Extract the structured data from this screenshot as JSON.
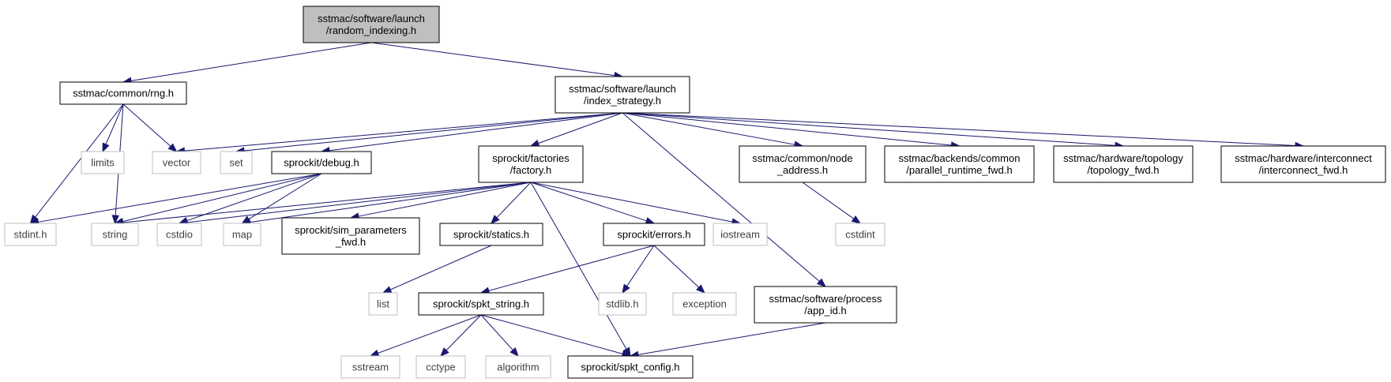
{
  "colors": {
    "edge": "#191970",
    "root_fill": "#bfbfbf",
    "normal_border": "#000000",
    "system_border": "#bfbfbf",
    "system_text": "#404040",
    "text": "#000000"
  },
  "nodes": {
    "random_indexing": {
      "lines": [
        "sstmac/software/launch",
        "/random_indexing.h"
      ],
      "kind": "root"
    },
    "rng": {
      "lines": [
        "sstmac/common/rng.h"
      ],
      "kind": "normal"
    },
    "index_strategy": {
      "lines": [
        "sstmac/software/launch",
        "/index_strategy.h"
      ],
      "kind": "normal"
    },
    "stdint": {
      "lines": [
        "stdint.h"
      ],
      "kind": "system"
    },
    "limits": {
      "lines": [
        "limits"
      ],
      "kind": "system"
    },
    "string": {
      "lines": [
        "string"
      ],
      "kind": "system"
    },
    "vector": {
      "lines": [
        "vector"
      ],
      "kind": "system"
    },
    "set": {
      "lines": [
        "set"
      ],
      "kind": "system"
    },
    "debug": {
      "lines": [
        "sprockit/debug.h"
      ],
      "kind": "normal"
    },
    "factory": {
      "lines": [
        "sprockit/factories",
        "/factory.h"
      ],
      "kind": "normal"
    },
    "node_address": {
      "lines": [
        "sstmac/common/node",
        "_address.h"
      ],
      "kind": "normal"
    },
    "parallel_runtime": {
      "lines": [
        "sstmac/backends/common",
        "/parallel_runtime_fwd.h"
      ],
      "kind": "normal"
    },
    "topology_fwd": {
      "lines": [
        "sstmac/hardware/topology",
        "/topology_fwd.h"
      ],
      "kind": "normal"
    },
    "interconnect_fwd": {
      "lines": [
        "sstmac/hardware/interconnect",
        "/interconnect_fwd.h"
      ],
      "kind": "normal"
    },
    "cstdio": {
      "lines": [
        "cstdio"
      ],
      "kind": "system"
    },
    "map": {
      "lines": [
        "map"
      ],
      "kind": "system"
    },
    "sim_parameters": {
      "lines": [
        "sprockit/sim_parameters",
        "_fwd.h"
      ],
      "kind": "normal"
    },
    "statics": {
      "lines": [
        "sprockit/statics.h"
      ],
      "kind": "normal"
    },
    "errors": {
      "lines": [
        "sprockit/errors.h"
      ],
      "kind": "normal"
    },
    "iostream": {
      "lines": [
        "iostream"
      ],
      "kind": "system"
    },
    "cstdint": {
      "lines": [
        "cstdint"
      ],
      "kind": "system"
    },
    "list": {
      "lines": [
        "list"
      ],
      "kind": "system"
    },
    "spkt_string": {
      "lines": [
        "sprockit/spkt_string.h"
      ],
      "kind": "normal"
    },
    "stdlib": {
      "lines": [
        "stdlib.h"
      ],
      "kind": "system"
    },
    "exception": {
      "lines": [
        "exception"
      ],
      "kind": "system"
    },
    "app_id": {
      "lines": [
        "sstmac/software/process",
        "/app_id.h"
      ],
      "kind": "normal"
    },
    "sstream": {
      "lines": [
        "sstream"
      ],
      "kind": "system"
    },
    "cctype": {
      "lines": [
        "cctype"
      ],
      "kind": "system"
    },
    "algorithm": {
      "lines": [
        "algorithm"
      ],
      "kind": "system"
    },
    "spkt_config": {
      "lines": [
        "sprockit/spkt_config.h"
      ],
      "kind": "normal"
    }
  },
  "edges": [
    [
      "random_indexing",
      "rng"
    ],
    [
      "random_indexing",
      "index_strategy"
    ],
    [
      "rng",
      "stdint"
    ],
    [
      "rng",
      "limits"
    ],
    [
      "rng",
      "string"
    ],
    [
      "rng",
      "vector"
    ],
    [
      "index_strategy",
      "vector"
    ],
    [
      "index_strategy",
      "set"
    ],
    [
      "index_strategy",
      "debug"
    ],
    [
      "index_strategy",
      "factory"
    ],
    [
      "index_strategy",
      "node_address"
    ],
    [
      "index_strategy",
      "parallel_runtime"
    ],
    [
      "index_strategy",
      "topology_fwd"
    ],
    [
      "index_strategy",
      "interconnect_fwd"
    ],
    [
      "index_strategy",
      "app_id"
    ],
    [
      "debug",
      "stdint"
    ],
    [
      "debug",
      "string"
    ],
    [
      "debug",
      "cstdio"
    ],
    [
      "debug",
      "map"
    ],
    [
      "factory",
      "string"
    ],
    [
      "factory",
      "cstdio"
    ],
    [
      "factory",
      "map"
    ],
    [
      "factory",
      "sim_parameters"
    ],
    [
      "factory",
      "statics"
    ],
    [
      "factory",
      "errors"
    ],
    [
      "factory",
      "iostream"
    ],
    [
      "factory",
      "spkt_config"
    ],
    [
      "node_address",
      "cstdint"
    ],
    [
      "statics",
      "list"
    ],
    [
      "errors",
      "spkt_string"
    ],
    [
      "errors",
      "stdlib"
    ],
    [
      "errors",
      "exception"
    ],
    [
      "spkt_string",
      "sstream"
    ],
    [
      "spkt_string",
      "cctype"
    ],
    [
      "spkt_string",
      "algorithm"
    ],
    [
      "spkt_string",
      "spkt_config"
    ],
    [
      "app_id",
      "spkt_config"
    ]
  ]
}
